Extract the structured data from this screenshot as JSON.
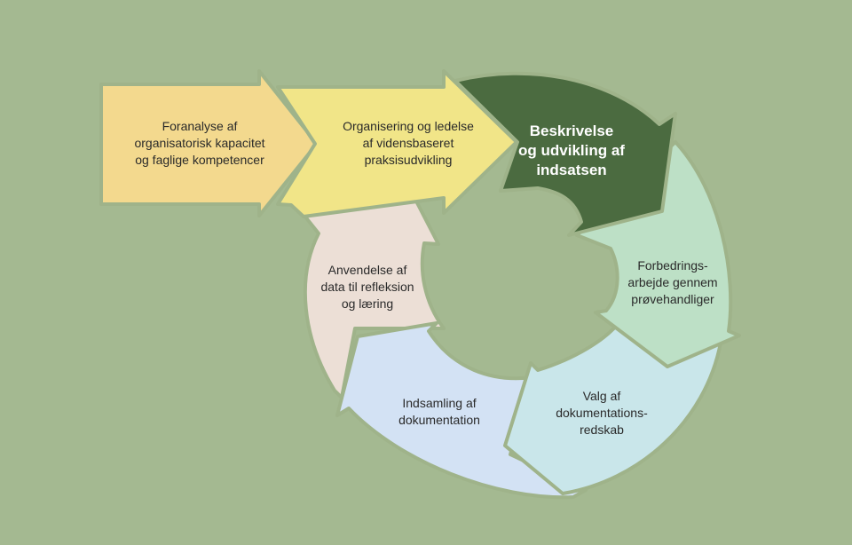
{
  "colors": {
    "background": "#a4b991",
    "outline": "#9fb38a",
    "step_foranalyse": "#f3d98e",
    "step_organisering": "#f1e588",
    "step_beskrivelse": "#4b6b40",
    "step_forbedring": "#bde0c6",
    "step_valg": "#c9e6ea",
    "step_indsamling": "#d3e2f4",
    "step_anvendelse": "#ecdfd6"
  },
  "steps": {
    "foranalyse": "Foranalyse af\norganisatorisk kapacitet\nog faglige kompetencer",
    "organisering": "Organisering og ledelse\naf vidensbaseret\npraksisudvikling",
    "beskrivelse": "Beskrivelse\nog udvikling af\nindsatsen",
    "forbedring": "Forbedrings-\narbejde gennem\nprøvehandliger",
    "valg": "Valg af\ndokumentations-\nredskab",
    "indsamling": "Indsamling af\ndokumentation",
    "anvendelse": "Anvendelse af\ndata til refleksion\nog læring"
  }
}
